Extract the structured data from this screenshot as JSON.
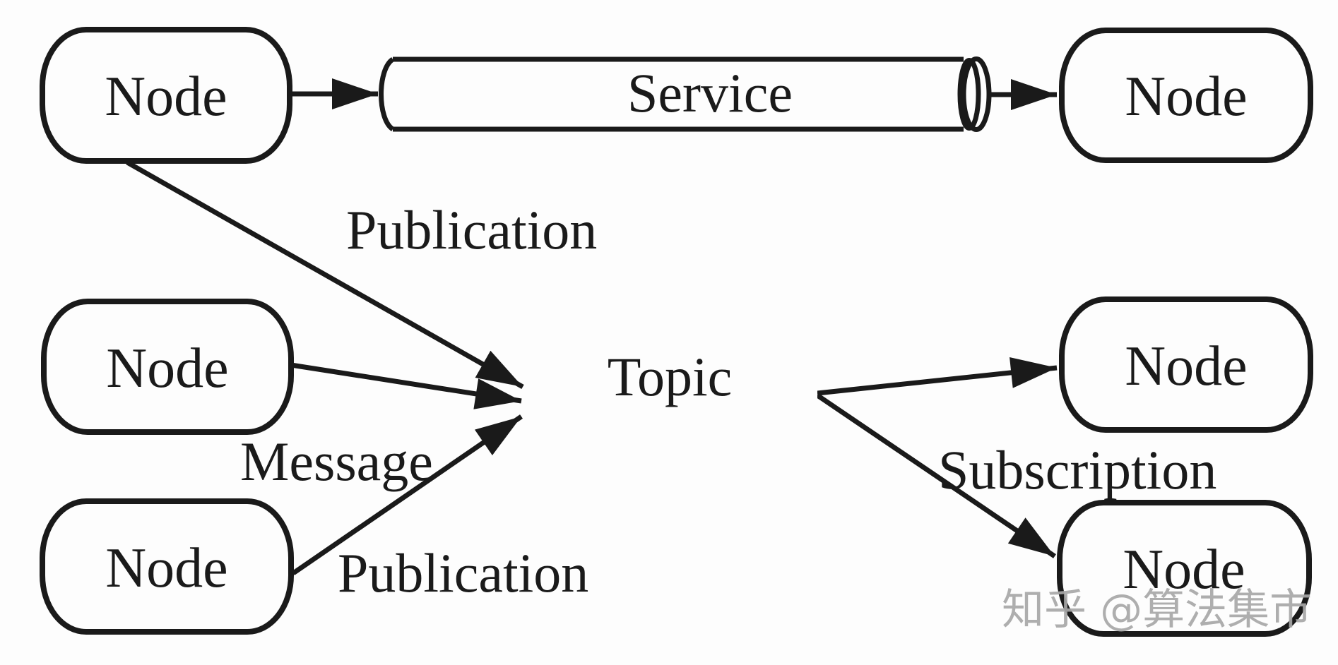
{
  "colors": {
    "bg": "#fdfdfd",
    "ink": "#1a1a1a",
    "watermark": "#a8a8a8"
  },
  "nodes": [
    {
      "id": "node-top-left",
      "label": "Node"
    },
    {
      "id": "node-middle-left",
      "label": "Node"
    },
    {
      "id": "node-bottom-left",
      "label": "Node"
    },
    {
      "id": "node-top-right",
      "label": "Node"
    },
    {
      "id": "node-middle-right",
      "label": "Node"
    },
    {
      "id": "node-bottom-right",
      "label": "Node"
    }
  ],
  "service": {
    "label": "Service"
  },
  "topic": {
    "label": "Topic"
  },
  "edges": {
    "publication_top": "Publication",
    "message": "Message",
    "publication_bottom": "Publication",
    "subscription": "Subscription"
  },
  "watermark": {
    "text": "知乎 @算法集市"
  }
}
